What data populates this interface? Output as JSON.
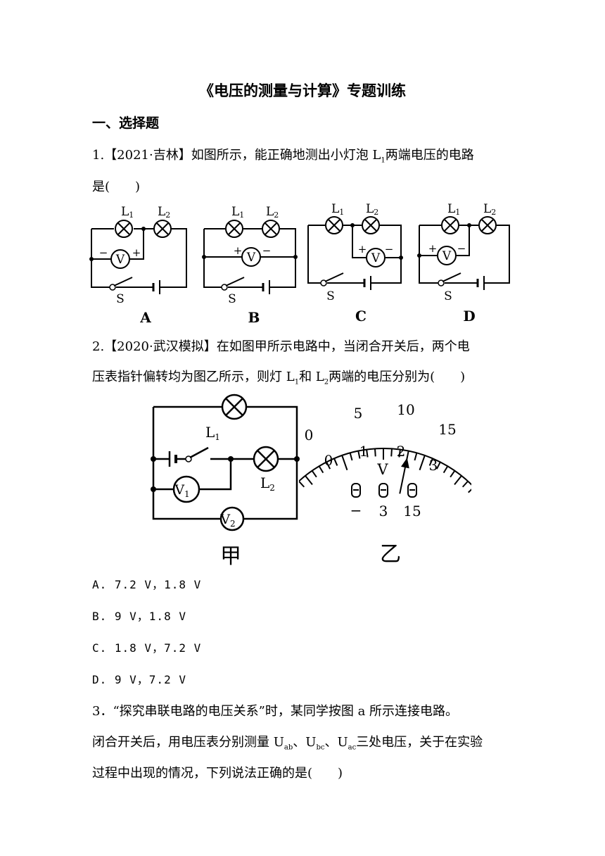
{
  "title": "《电压的测量与计算》专题训练",
  "section_heading": "一、选择题",
  "q1": {
    "line1_pre": "1.【2021·吉林】如图所示，能正确地测出小灯泡 L",
    "line1_sub": "1",
    "line1_post": "两端电压的电路",
    "line2": "是(　　)",
    "labels": {
      "l1": "L1",
      "l2": "L2",
      "v": "V",
      "s": "S",
      "plus": "+",
      "minus": "−"
    },
    "options": [
      "A",
      "B",
      "C",
      "D"
    ]
  },
  "q2": {
    "line1": "2.【2020·武汉模拟】在如图甲所示电路中，当闭合开关后，两个电",
    "line2_pre": "压表指针偏转均为图乙所示，则灯 L",
    "line2_sub1": "1",
    "line2_mid": "和 L",
    "line2_sub2": "2",
    "line2_post": "两端的电压分别为(　　)",
    "circuit": {
      "l1": "L1",
      "l2": "L2",
      "v1": "V1",
      "v2": "V2",
      "caption": "甲"
    },
    "meter": {
      "outer_ticks": [
        "0",
        "5",
        "10",
        "15"
      ],
      "inner_ticks": [
        "0",
        "1",
        "2",
        "3"
      ],
      "unit": "V",
      "terminals": [
        "−",
        "3",
        "15"
      ],
      "caption": "乙",
      "reading_small_range": 1.8
    },
    "choices": [
      "A. 7.2 V，1.8 V",
      "B. 9 V，1.8 V",
      "C. 1.8 V，7.2 V",
      "D. 9 V，7.2 V"
    ]
  },
  "q3": {
    "line1": "3．“探究串联电路的电压关系”时，某同学按图 a 所示连接电路。",
    "line2_pre": "闭合开关后，用电压表分别测量 U",
    "sub_ab": "ab",
    "sep1": "、U",
    "sub_bc": "bc",
    "sep2": "、U",
    "sub_ac": "ac",
    "line2_post": "三处电压，关于在实验",
    "line3": "过程中出现的情况，下列说法正确的是(　　)"
  }
}
